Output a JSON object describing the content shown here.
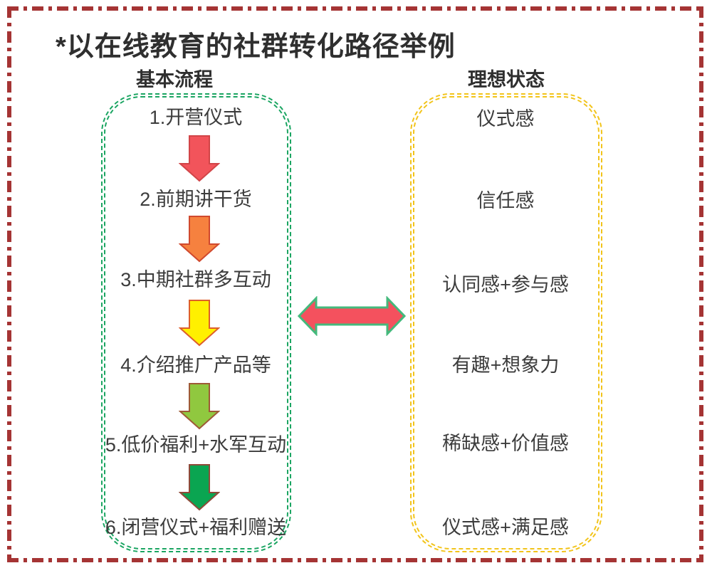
{
  "page": {
    "background": "#ffffff",
    "frame_color": "#a53434"
  },
  "title": "*以在线教育的社群转化路径举例",
  "left_column": {
    "header": "基本流程",
    "border_color": "#1ba562",
    "steps": [
      "1.开营仪式",
      "2.前期讲干货",
      "3.中期社群多互动",
      "4.介绍推广产品等",
      "5.低价福利+水军互动",
      "6.闭营仪式+福利赠送"
    ]
  },
  "right_column": {
    "header": "理想状态",
    "border_color": "#f2c41b",
    "items": [
      "仪式感",
      "信任感",
      "认同感+参与感",
      "有趣+想象力",
      "稀缺感+价值感",
      "仪式感+满足感"
    ]
  },
  "flow_arrows": [
    {
      "fill": "#f2545b",
      "stroke": "#d14548"
    },
    {
      "fill": "#f6813f",
      "stroke": "#d0492e"
    },
    {
      "fill": "#fff000",
      "stroke": "#dd5f2b"
    },
    {
      "fill": "#90c83f",
      "stroke": "#9e5a36"
    },
    {
      "fill": "#0aa551",
      "stroke": "#8e4a39"
    }
  ],
  "connector_arrow": {
    "fill": "#f4515e",
    "stroke": "#44b97c"
  }
}
